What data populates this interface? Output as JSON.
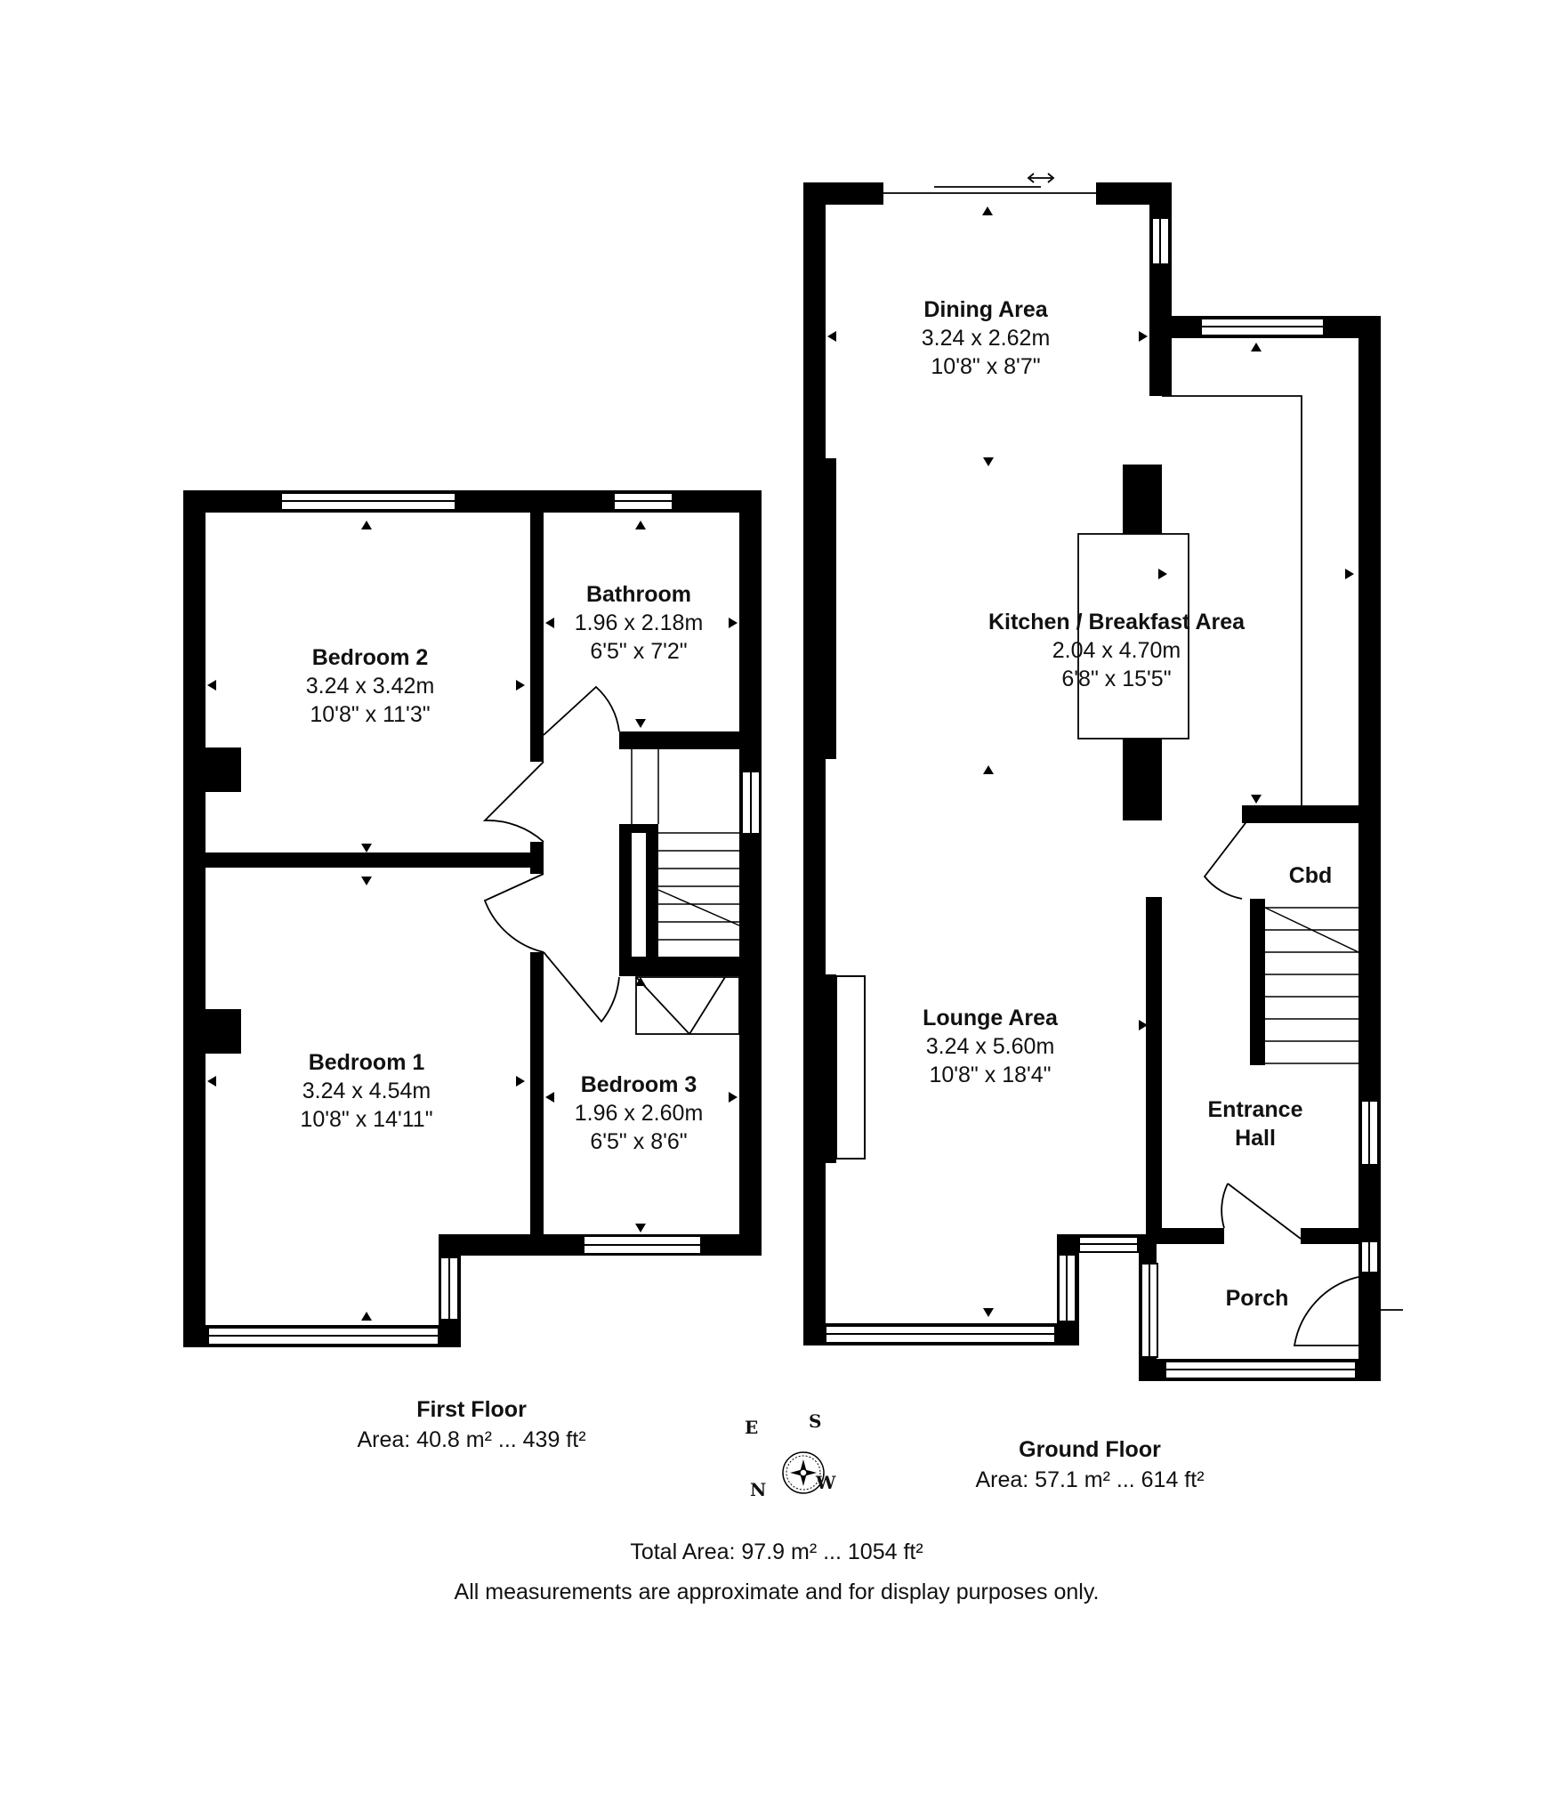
{
  "first_floor": {
    "title": "First Floor",
    "area": "Area: 40.8 m² ... 439 ft²",
    "rooms": {
      "bedroom2": {
        "name": "Bedroom 2",
        "metric": "3.24 x 3.42m",
        "imperial": "10'8\" x 11'3\""
      },
      "bathroom": {
        "name": "Bathroom",
        "metric": "1.96 x 2.18m",
        "imperial": "6'5\" x 7'2\""
      },
      "bedroom1": {
        "name": "Bedroom 1",
        "metric": "3.24 x 4.54m",
        "imperial": "10'8\" x 14'11\""
      },
      "bedroom3": {
        "name": "Bedroom 3",
        "metric": "1.96 x 2.60m",
        "imperial": "6'5\" x 8'6\""
      }
    }
  },
  "ground_floor": {
    "title": "Ground Floor",
    "area": "Area: 57.1 m² ... 614 ft²",
    "rooms": {
      "dining": {
        "name": "Dining Area",
        "metric": "3.24 x 2.62m",
        "imperial": "10'8\" x 8'7\""
      },
      "kitchen": {
        "name": "Kitchen / Breakfast Area",
        "metric": "2.04 x 4.70m",
        "imperial": "6'8\" x 15'5\""
      },
      "lounge": {
        "name": "Lounge Area",
        "metric": "3.24 x 5.60m",
        "imperial": "10'8\" x 18'4\""
      },
      "cbd": {
        "name": "Cbd"
      },
      "hall": {
        "name_line1": "Entrance",
        "name_line2": "Hall"
      },
      "porch": {
        "name": "Porch"
      }
    }
  },
  "compass": {
    "e": "E",
    "s": "S",
    "n": "N",
    "w": "W",
    "icon": "compass-icon"
  },
  "footer": {
    "total": "Total Area: 97.9 m² ... 1054 ft²",
    "disclaimer": "All measurements are approximate and for display purposes only."
  }
}
